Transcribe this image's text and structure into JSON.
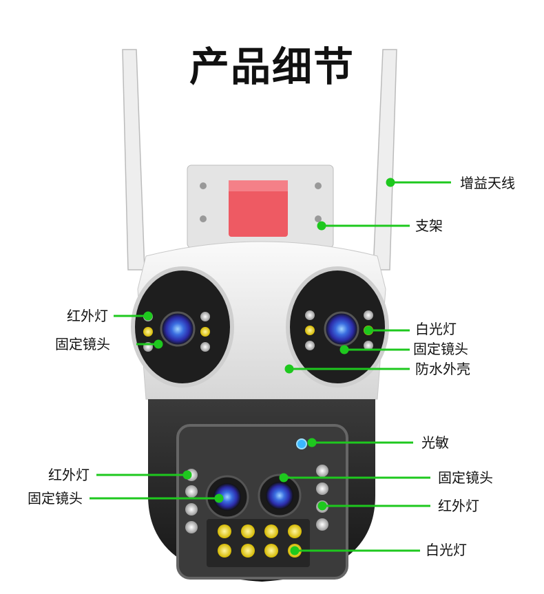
{
  "title": "产品细节",
  "labels": {
    "antenna": "增益天线",
    "bracket": "支架",
    "ir_light_left": "红外灯",
    "fixed_lens_left": "固定镜头",
    "white_light_right": "白光灯",
    "fixed_lens_right": "固定镜头",
    "waterproof_shell": "防水外壳",
    "light_sensor": "光敏",
    "ir_light_bottom_left": "红外灯",
    "fixed_lens_bottom_left": "固定镜头",
    "fixed_lens_bottom_right": "固定镜头",
    "ir_light_bottom_right": "红外灯",
    "white_light_bottom": "白光灯"
  },
  "colors": {
    "callout": "#1ec81e",
    "body_white": "#f2f2f2",
    "body_dark": "#2a2a2a",
    "bracket_red": "#e8505a",
    "lens_blue": "#3a4fd8",
    "led_yellow": "#e9d21a"
  }
}
